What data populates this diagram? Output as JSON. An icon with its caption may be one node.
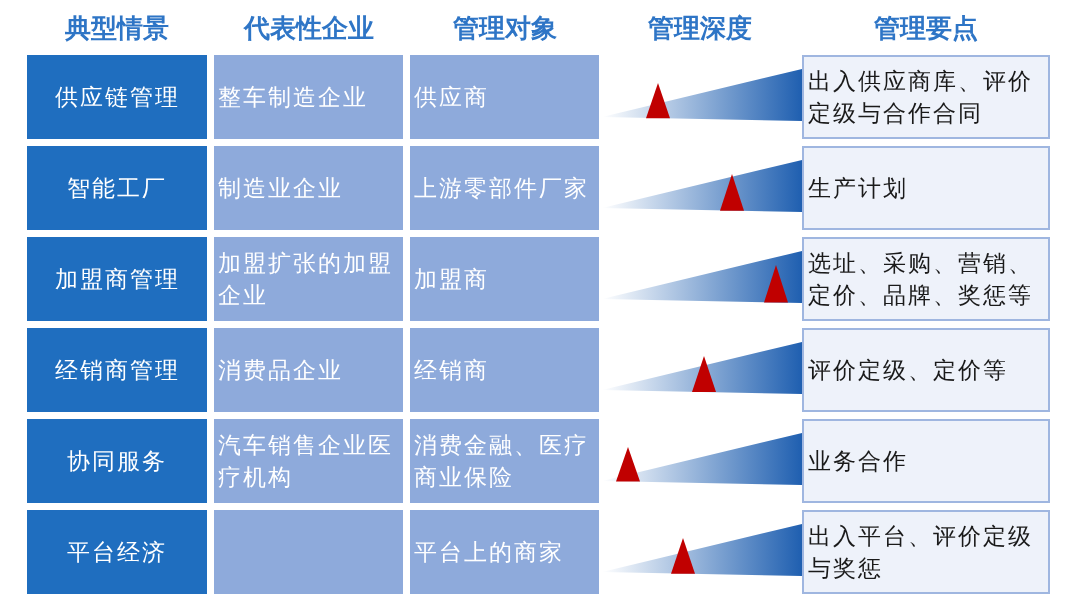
{
  "diagram": {
    "nodes": [
      {
        "text": [
          "供应链管理"
        ]
      },
      {
        "text": [
          "整车制造企业"
        ]
      },
      {
        "text": [
          "供应商"
        ]
      },
      {
        "text": [
          "出入供应商库、评价定级与合作合同"
        ]
      },
      {
        "text": [
          "智能工厂"
        ]
      },
      {
        "text": [
          "制造业企业"
        ]
      },
      {
        "text": [
          "上游零部件厂家"
        ]
      },
      {
        "text": [
          "生产计划"
        ]
      },
      {
        "text": [
          "加盟商管理"
        ]
      },
      {
        "text": [
          "加盟扩张的加盟企业"
        ]
      },
      {
        "text": [
          "加盟商"
        ]
      },
      {
        "text": [
          "选址、采购、营销、定价、品牌、奖惩等"
        ]
      },
      {
        "text": [
          "经销商管理"
        ]
      },
      {
        "text": [
          "消费品企业"
        ]
      },
      {
        "text": [
          "经销商"
        ]
      },
      {
        "text": [
          "评价定级、定价等"
        ]
      },
      {
        "text": [
          "协同服务"
        ]
      },
      {
        "text": [
          "汽车销售企业医疗机构"
        ]
      },
      {
        "text": [
          "消费金融、医疗商业保险"
        ]
      },
      {
        "text": [
          "业务合作"
        ]
      },
      {
        "text": [
          "平台经济"
        ]
      },
      {
        "text": [],
        "shape": "box"
      },
      {
        "text": [
          "平台上的商家"
        ]
      },
      {
        "text": [
          "出入平台、评价定级与奖惩"
        ]
      }
    ],
    "labels": [
      "典型情景",
      "代表性企业",
      "管理对象",
      "管理深度",
      "管理要点"
    ]
  }
}
